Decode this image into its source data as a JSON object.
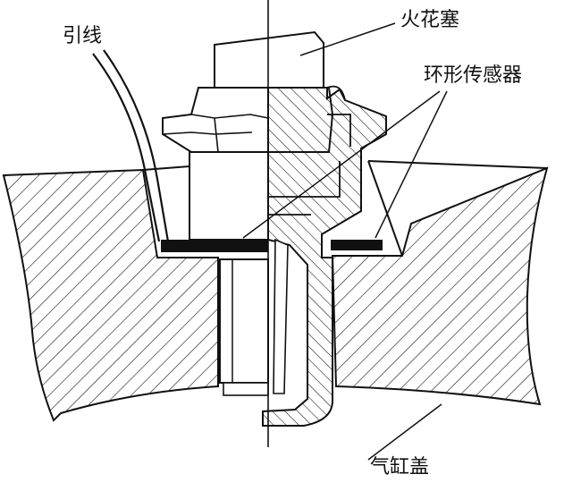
{
  "labels": {
    "lead_wire": "引线",
    "spark_plug": "火花塞",
    "ring_sensor": "环形传感器",
    "cylinder_head": "气缸盖"
  },
  "colors": {
    "line": "#111111",
    "background": "#ffffff",
    "sensor_fill": "#111111"
  }
}
